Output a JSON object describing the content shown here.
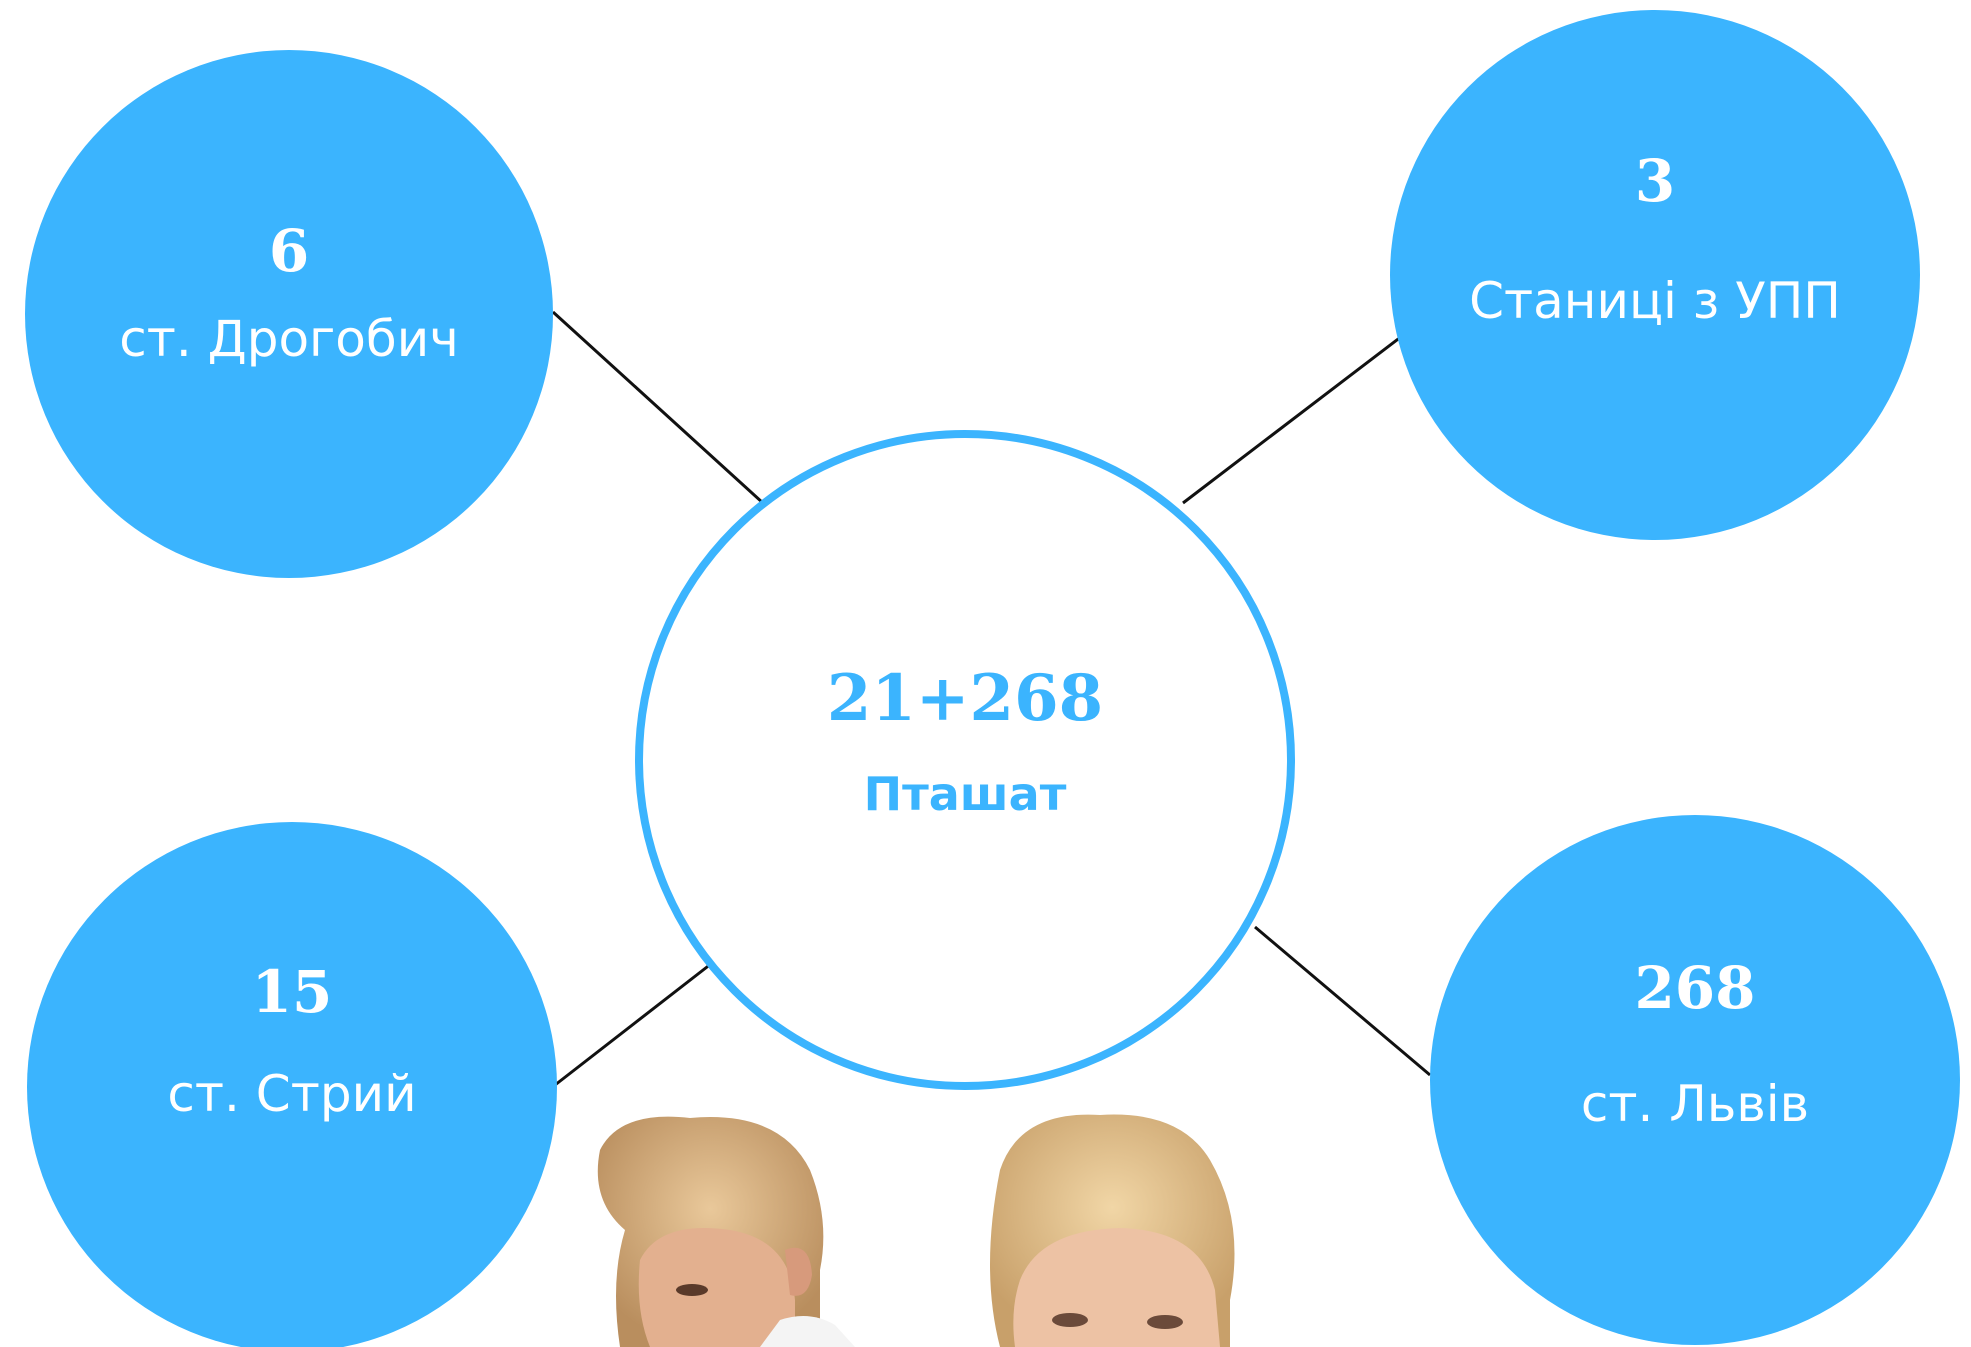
{
  "colors": {
    "accent": "#3BB4FE",
    "connector": "#111111",
    "text_on_accent": "#FFFFFF"
  },
  "center": {
    "value": "21+268",
    "label": "Пташат"
  },
  "nodes": {
    "top_left": {
      "value": "6",
      "label": "ст. Дрогобич"
    },
    "top_right": {
      "value": "3",
      "label": "Станиці з УПП"
    },
    "bottom_left": {
      "value": "15",
      "label": "ст. Стрий"
    },
    "bottom_right": {
      "value": "268",
      "label": "ст. Львів"
    }
  }
}
